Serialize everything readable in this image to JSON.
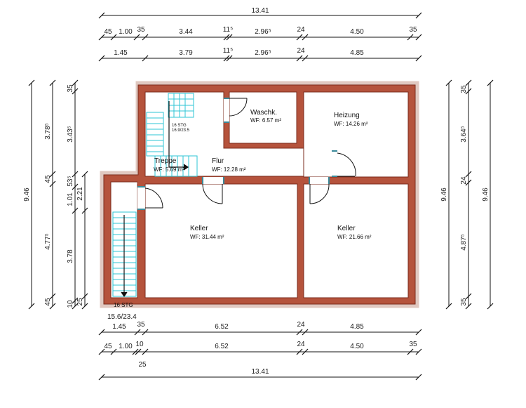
{
  "dims_top": {
    "overall": "13.41",
    "row1": [
      "45",
      "1.00",
      "35",
      "3.44",
      "11⁵",
      "2.96⁵",
      "24",
      "4.50",
      "35"
    ],
    "row2": [
      "1.45",
      "3.79",
      "11⁵",
      "2.96⁵",
      "24",
      "4.85"
    ]
  },
  "dims_bottom": {
    "row1": [
      "1.45",
      "35",
      "6.52",
      "24",
      "4.85"
    ],
    "row2": [
      "45",
      "1.00",
      "10",
      "6.52",
      "24",
      "4.50",
      "35"
    ],
    "extra": "25",
    "overall": "13.41"
  },
  "dims_left": {
    "overall": "9.46",
    "col1": [
      "3.78⁵",
      "45",
      "4.77⁵",
      "45"
    ],
    "col2": [
      "35",
      "3.43⁵",
      "53⁵",
      "1.01",
      "3.78",
      "10"
    ],
    "col3": [
      "2.21",
      "25"
    ]
  },
  "dims_right": {
    "col1": [
      "35",
      "3.64⁵",
      "24",
      "4.87⁵",
      "35",
      "9.46"
    ],
    "overall": "9.46"
  },
  "rooms": {
    "waschk": {
      "name": "Waschk.",
      "area": "WF: 6.57 m²"
    },
    "heizung": {
      "name": "Heizung",
      "area": "WF: 14.26 m²"
    },
    "flur": {
      "name": "Flur",
      "area": "WF: 12.28 m²"
    },
    "treppe": {
      "name": "Treppe",
      "area": "WF: 5.69 m²"
    },
    "keller1": {
      "name": "Keller",
      "area": "WF: 31.44 m²"
    },
    "keller2": {
      "name": "Keller",
      "area": "WF: 21.66 m²"
    }
  },
  "stairs": {
    "upper_label1": "16 STG",
    "upper_label2": "16.9/23.5",
    "lower_label1": "16 STG",
    "lower_label2": "15.6/23.4"
  },
  "colors": {
    "wall": "#b5533c",
    "wall_outline": "#7a2b1c",
    "outer_band": "#e0c8c0",
    "stair": "#2ec4d6",
    "door": "#3a8a9a"
  }
}
